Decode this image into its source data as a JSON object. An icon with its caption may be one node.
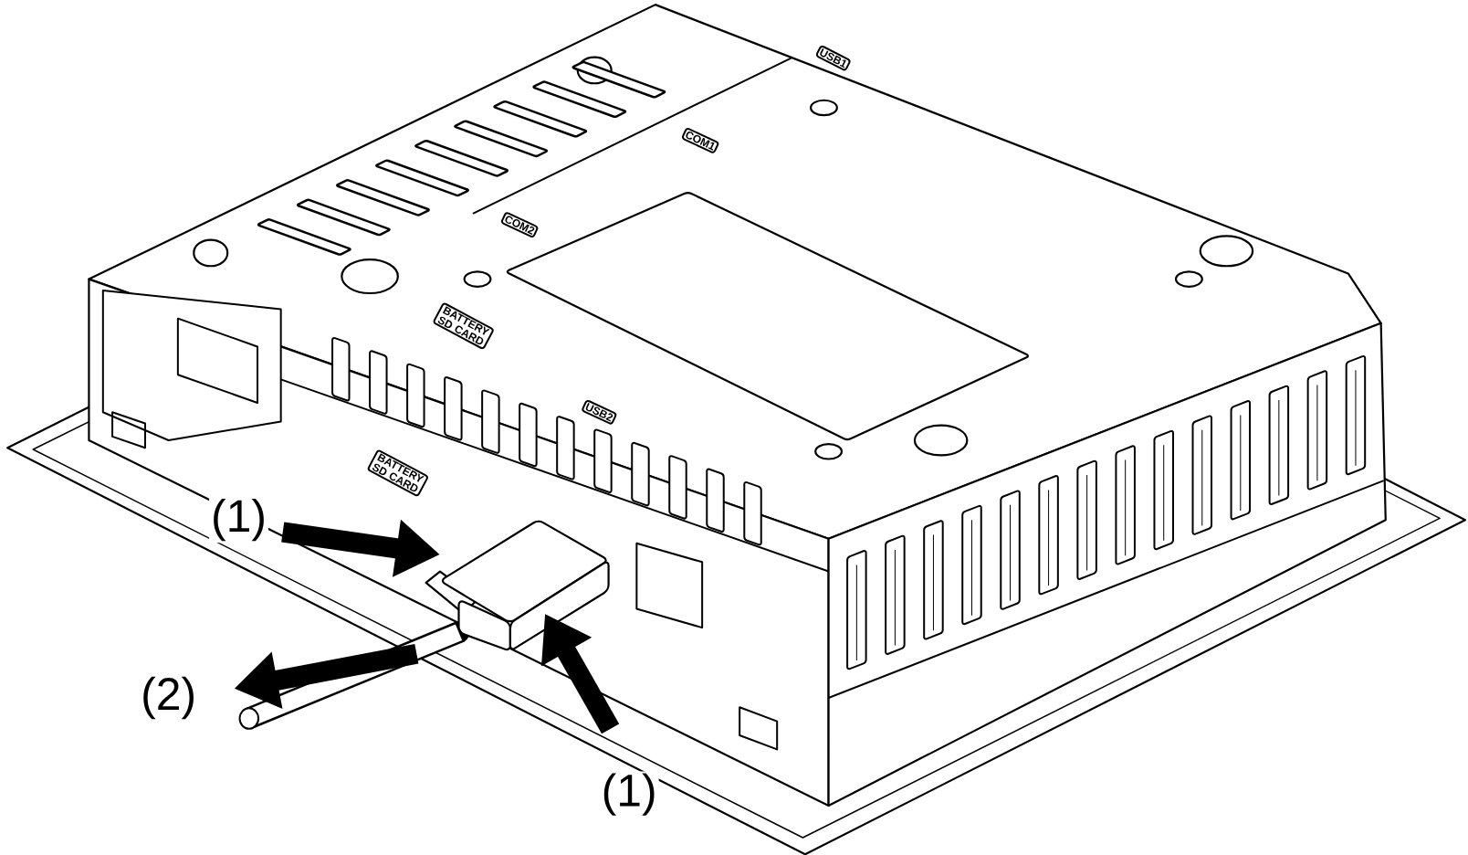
{
  "diagram": {
    "labels": [
      "USB1",
      "COM1",
      "COM2",
      "BATTERY SD CARD",
      "USB2",
      "BATTERY SD CARD",
      "(1)",
      "(2)",
      "(1)"
    ]
  }
}
